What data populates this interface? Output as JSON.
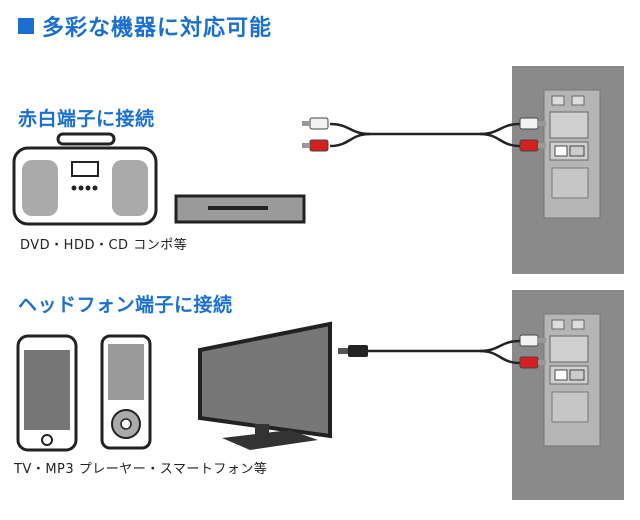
{
  "title": "多彩な機器に対応可能",
  "section1": {
    "heading": "赤白端子に接続",
    "caption": "DVD・HDD・CD コンポ等"
  },
  "section2": {
    "heading": "ヘッドフォン端子に接続",
    "caption": "TV・MP3 プレーヤー・スマートフォン等"
  },
  "colors": {
    "accent": "#1a6fd1",
    "red_plug": "#d42020",
    "white_plug": "#f2f2f2",
    "speaker_gray": "#8a8a8a"
  }
}
